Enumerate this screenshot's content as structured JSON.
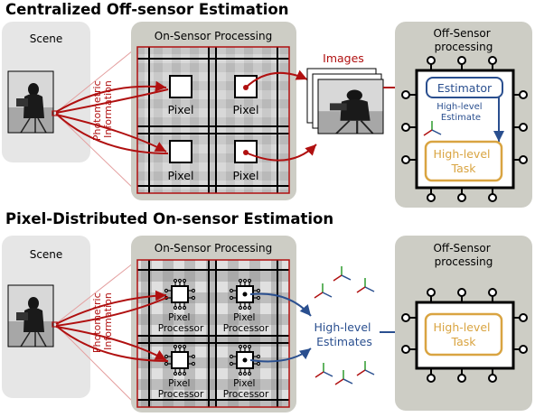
{
  "top_panel": {
    "title": "Centralized Off-sensor Estimation",
    "scene_label": "Scene",
    "photometric_label": "Photometric\nInformation",
    "on_sensor_title": "On-Sensor Processing",
    "pixel_labels": [
      "Pixel",
      "Pixel",
      "Pixel",
      "Pixel"
    ],
    "images_label": "Images",
    "off_sensor_title": "Off-Sensor\nprocessing",
    "estimator_label": "Estimator",
    "estimate_label": "High-level\nEstimate",
    "task_label": "High-level\nTask"
  },
  "bottom_panel": {
    "title": "Pixel-Distributed On-sensor Estimation",
    "scene_label": "Scene",
    "photometric_label": "Photometric\nInformation",
    "on_sensor_title": "On-Sensor Processing",
    "pixel_processor_labels": [
      "Pixel\nProcessor",
      "Pixel\nProcessor",
      "Pixel\nProcessor",
      "Pixel\nProcessor"
    ],
    "estimates_label": "High-level\nEstimates",
    "off_sensor_title": "Off-Sensor\nprocessing",
    "task_label": "High-level\nTask"
  },
  "colors": {
    "panel_grey": "#e6e6e6",
    "panel_dark": "#cdcdc5",
    "photometric_red": "#b01010",
    "estimate_blue": "#2a4f8f",
    "task_orange": "#d9a441",
    "chip_black": "#000000"
  }
}
